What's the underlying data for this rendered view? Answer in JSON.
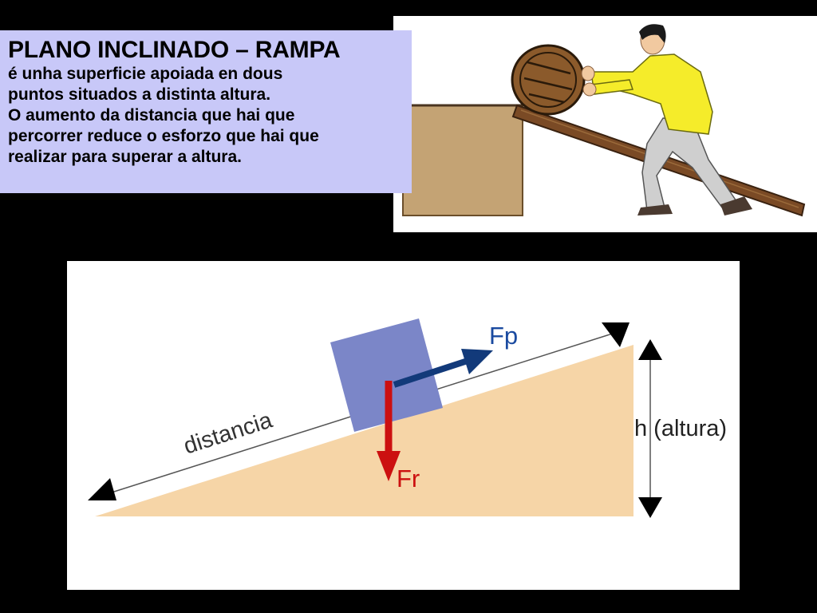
{
  "text_box": {
    "title": "PLANO INCLINADO – RAMPA",
    "lines": [
      "é unha superficie apoiada en dous",
      "puntos situados a distinta altura.",
      "O aumento da distancia que hai que",
      "percorrer reduce o esforzo que hai que",
      "realizar para superar a altura."
    ]
  },
  "diagram": {
    "distance_label": "distancia",
    "height_label": "h (altura)",
    "force_push_label": "Fp",
    "force_weight_label": "Fr",
    "colors": {
      "ramp": "#f6d5a7",
      "block": "#7b86c8",
      "push_arrow": "#123a7a",
      "weight_arrow": "#cc1010",
      "label_blue": "#1a4aa0"
    }
  },
  "illustration": {
    "subject": "person pushing a barrel up a wooden ramp onto a box"
  }
}
